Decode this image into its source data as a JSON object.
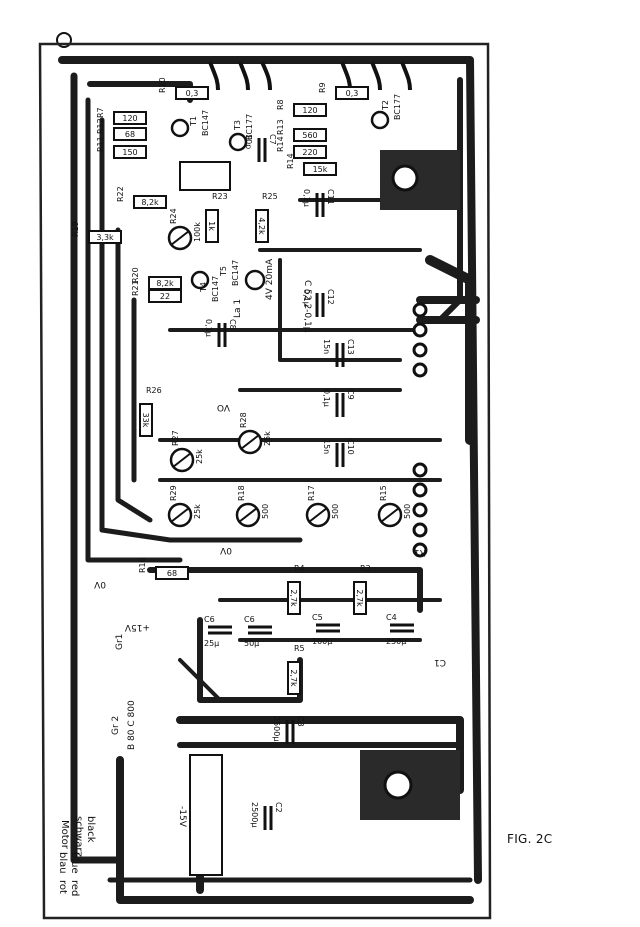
{
  "figure": {
    "caption": "FIG. 2C"
  },
  "resistors": [
    {
      "ref": "R10",
      "value": "0,3"
    },
    {
      "ref": "R9",
      "value": "0,3"
    },
    {
      "ref": "R7",
      "value": "120"
    },
    {
      "ref": "R8",
      "value": "120"
    },
    {
      "ref": "R12",
      "value": "68"
    },
    {
      "ref": "R13",
      "value": "560"
    },
    {
      "ref": "R11",
      "value": "150"
    },
    {
      "ref": "R14",
      "value": "220"
    },
    {
      "ref": "R14b",
      "value": "15k"
    },
    {
      "ref": "R22",
      "value": "8,2k"
    },
    {
      "ref": "R19",
      "value": "3,3k"
    },
    {
      "ref": "R23",
      "value": "1k"
    },
    {
      "ref": "R25",
      "value": "4,2k"
    },
    {
      "ref": "R20",
      "value": "8,2k"
    },
    {
      "ref": "R21",
      "value": "22"
    },
    {
      "ref": "R26",
      "value": "33k"
    },
    {
      "ref": "R16",
      "value": "68"
    },
    {
      "ref": "R4",
      "value": "2,7k"
    },
    {
      "ref": "R3",
      "value": "2,7k"
    },
    {
      "ref": "R5",
      "value": "2,7k"
    }
  ],
  "trimmers": [
    {
      "ref": "R24",
      "value": "100k"
    },
    {
      "ref": "R27",
      "value": "25k"
    },
    {
      "ref": "R28",
      "value": "25k"
    },
    {
      "ref": "R29",
      "value": "25k"
    },
    {
      "ref": "R18",
      "value": "500"
    },
    {
      "ref": "R17",
      "value": "500"
    },
    {
      "ref": "R15",
      "value": "500"
    }
  ],
  "capacitors": [
    {
      "ref": "C7",
      "value": "10p"
    },
    {
      "ref": "C11",
      "value": "0,1µ"
    },
    {
      "ref": "C12",
      "value": "0,1µ"
    },
    {
      "ref": "C13",
      "value": "15n"
    },
    {
      "ref": "C8",
      "value": "0,1µ"
    },
    {
      "ref": "C9",
      "value": "0,1µ"
    },
    {
      "ref": "C10",
      "value": "15n"
    },
    {
      "ref": "C6",
      "value": "25µ"
    },
    {
      "ref": "C6b",
      "value": "50µ"
    },
    {
      "ref": "C5",
      "value": "100µ"
    },
    {
      "ref": "C4",
      "value": "250µ"
    },
    {
      "ref": "C3",
      "value": "2500µ"
    },
    {
      "ref": "C2",
      "value": "2500µ"
    }
  ],
  "transistors": [
    {
      "ref": "T1",
      "type": "BC147"
    },
    {
      "ref": "T3",
      "type": "BC177"
    },
    {
      "ref": "T2",
      "type": "BC177"
    },
    {
      "ref": "T5",
      "type": "BC147"
    },
    {
      "ref": "T4",
      "type": "BC147"
    }
  ],
  "misc_labels": {
    "lamp": "La 1",
    "lamp_rating": "4V 20mA",
    "gr1": "Gr1",
    "gr2": "Gr 2",
    "bridge": "B 80 C 800",
    "plus_v": "+15V",
    "minus_v": "-15V",
    "zero_v": "0V",
    "zero_v_mid": "0V",
    "c_value": "C 52 2-0,1µ",
    "vo": "VO",
    "r_ref": "R1",
    "c_ref": "C1",
    "motor": "Motor",
    "schwarz": "schwarz",
    "black": "black",
    "blau": "blau",
    "blue": "blue",
    "rot": "rot",
    "red": "red"
  },
  "colors": {
    "copper": "#1c1c1c",
    "paper": "#ffffff",
    "pad": "#ffffff"
  }
}
